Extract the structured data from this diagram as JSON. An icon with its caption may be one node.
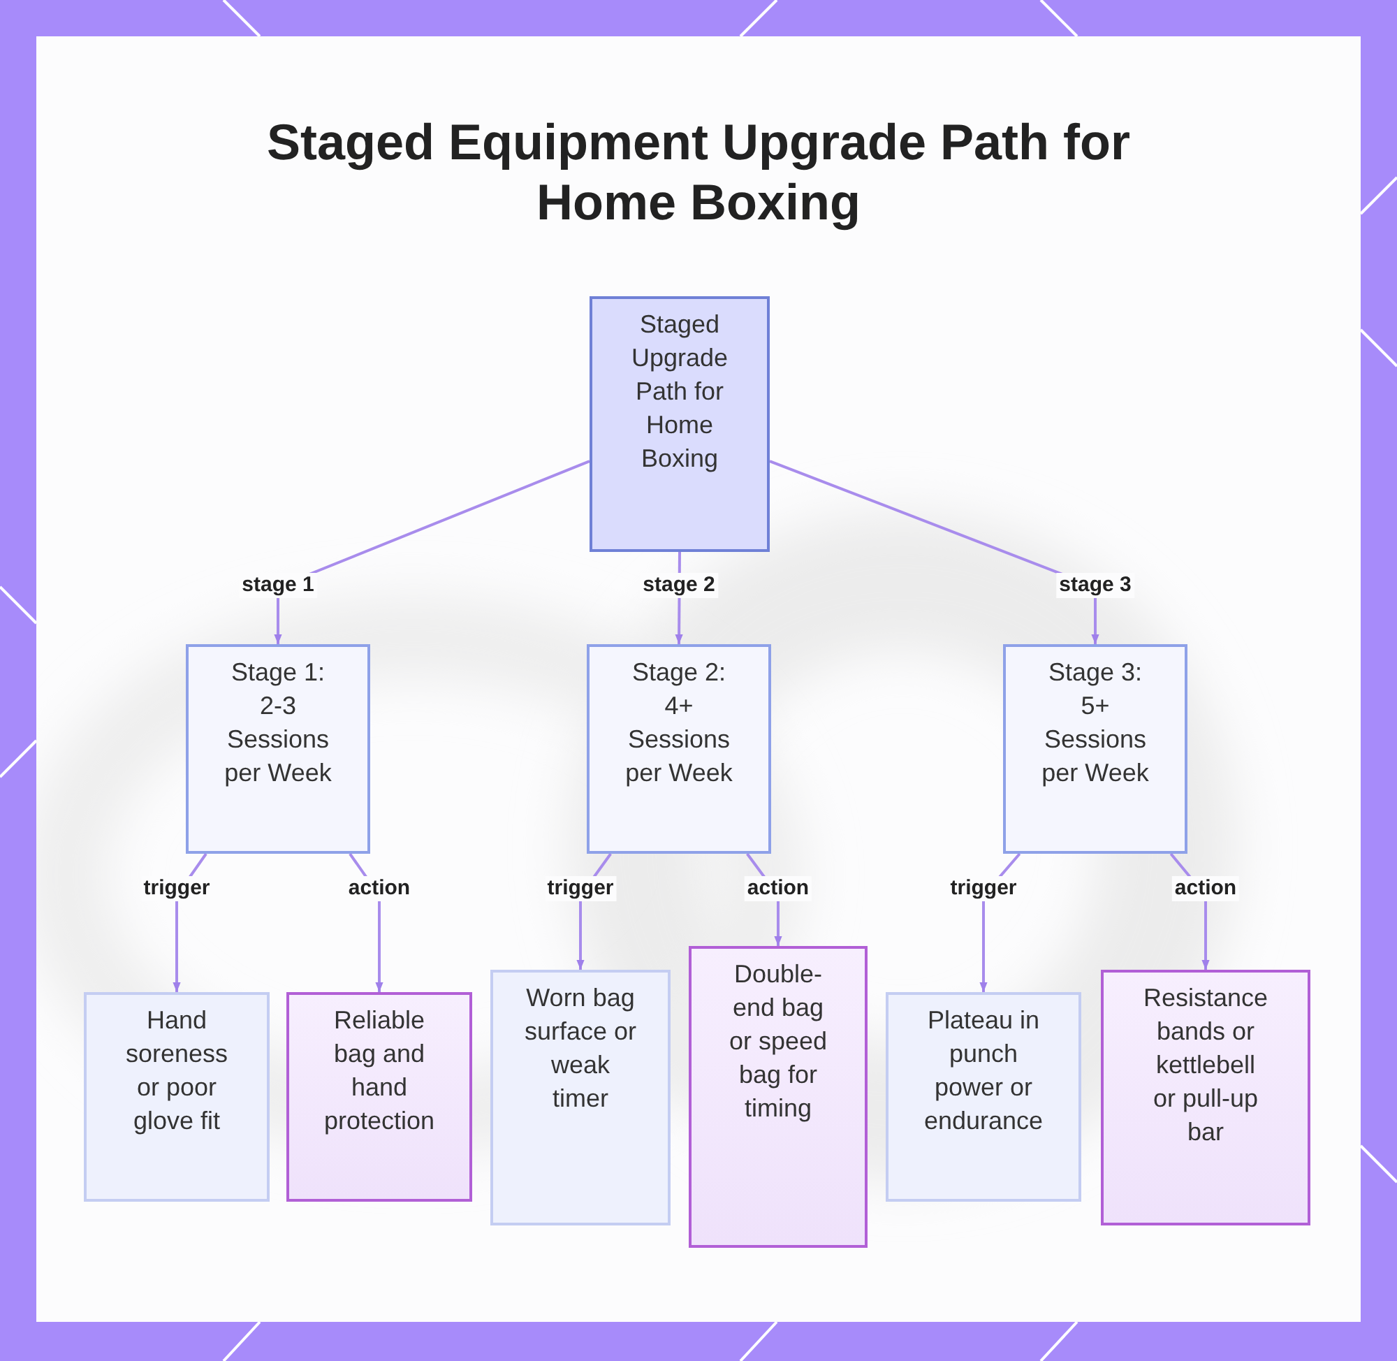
{
  "diagram": {
    "title": "Staged Equipment Upgrade Path for Home Boxing",
    "nodes": [
      {
        "text": [
          "Staged Upgrade Path for Home Boxing"
        ]
      },
      {
        "text": [
          "Stage 1: 2-3 Sessions per Week"
        ]
      },
      {
        "text": [
          "Stage 2: 4+ Sessions per Week"
        ]
      },
      {
        "text": [
          "Stage 3: 5+ Sessions per Week"
        ]
      },
      {
        "text": [
          "Hand soreness or poor glove fit"
        ]
      },
      {
        "text": [
          "Reliable bag and hand protection"
        ]
      },
      {
        "text": [
          "Worn bag surface or weak timer"
        ]
      },
      {
        "text": [
          "Double-end bag or speed bag for timing"
        ]
      },
      {
        "text": [
          "Plateau in punch power or endurance"
        ]
      },
      {
        "text": [
          "Resistance bands or kettlebell or pull-up bar"
        ]
      }
    ],
    "edges": [
      {
        "from": 0,
        "to": 1,
        "arrow": "to",
        "label": "stage 1"
      },
      {
        "from": 0,
        "to": 2,
        "arrow": "to",
        "label": "stage 2"
      },
      {
        "from": 0,
        "to": 3,
        "arrow": "to",
        "label": "stage 3"
      },
      {
        "from": 1,
        "to": 4,
        "arrow": "to",
        "label": "trigger"
      },
      {
        "from": 1,
        "to": 5,
        "arrow": "to",
        "label": "action"
      },
      {
        "from": 2,
        "to": 6,
        "arrow": "to",
        "label": "trigger"
      },
      {
        "from": 2,
        "to": 7,
        "arrow": "to",
        "label": "action"
      },
      {
        "from": 3,
        "to": 8,
        "arrow": "to",
        "label": "trigger"
      },
      {
        "from": 3,
        "to": 9,
        "arrow": "to",
        "label": "action"
      }
    ]
  }
}
